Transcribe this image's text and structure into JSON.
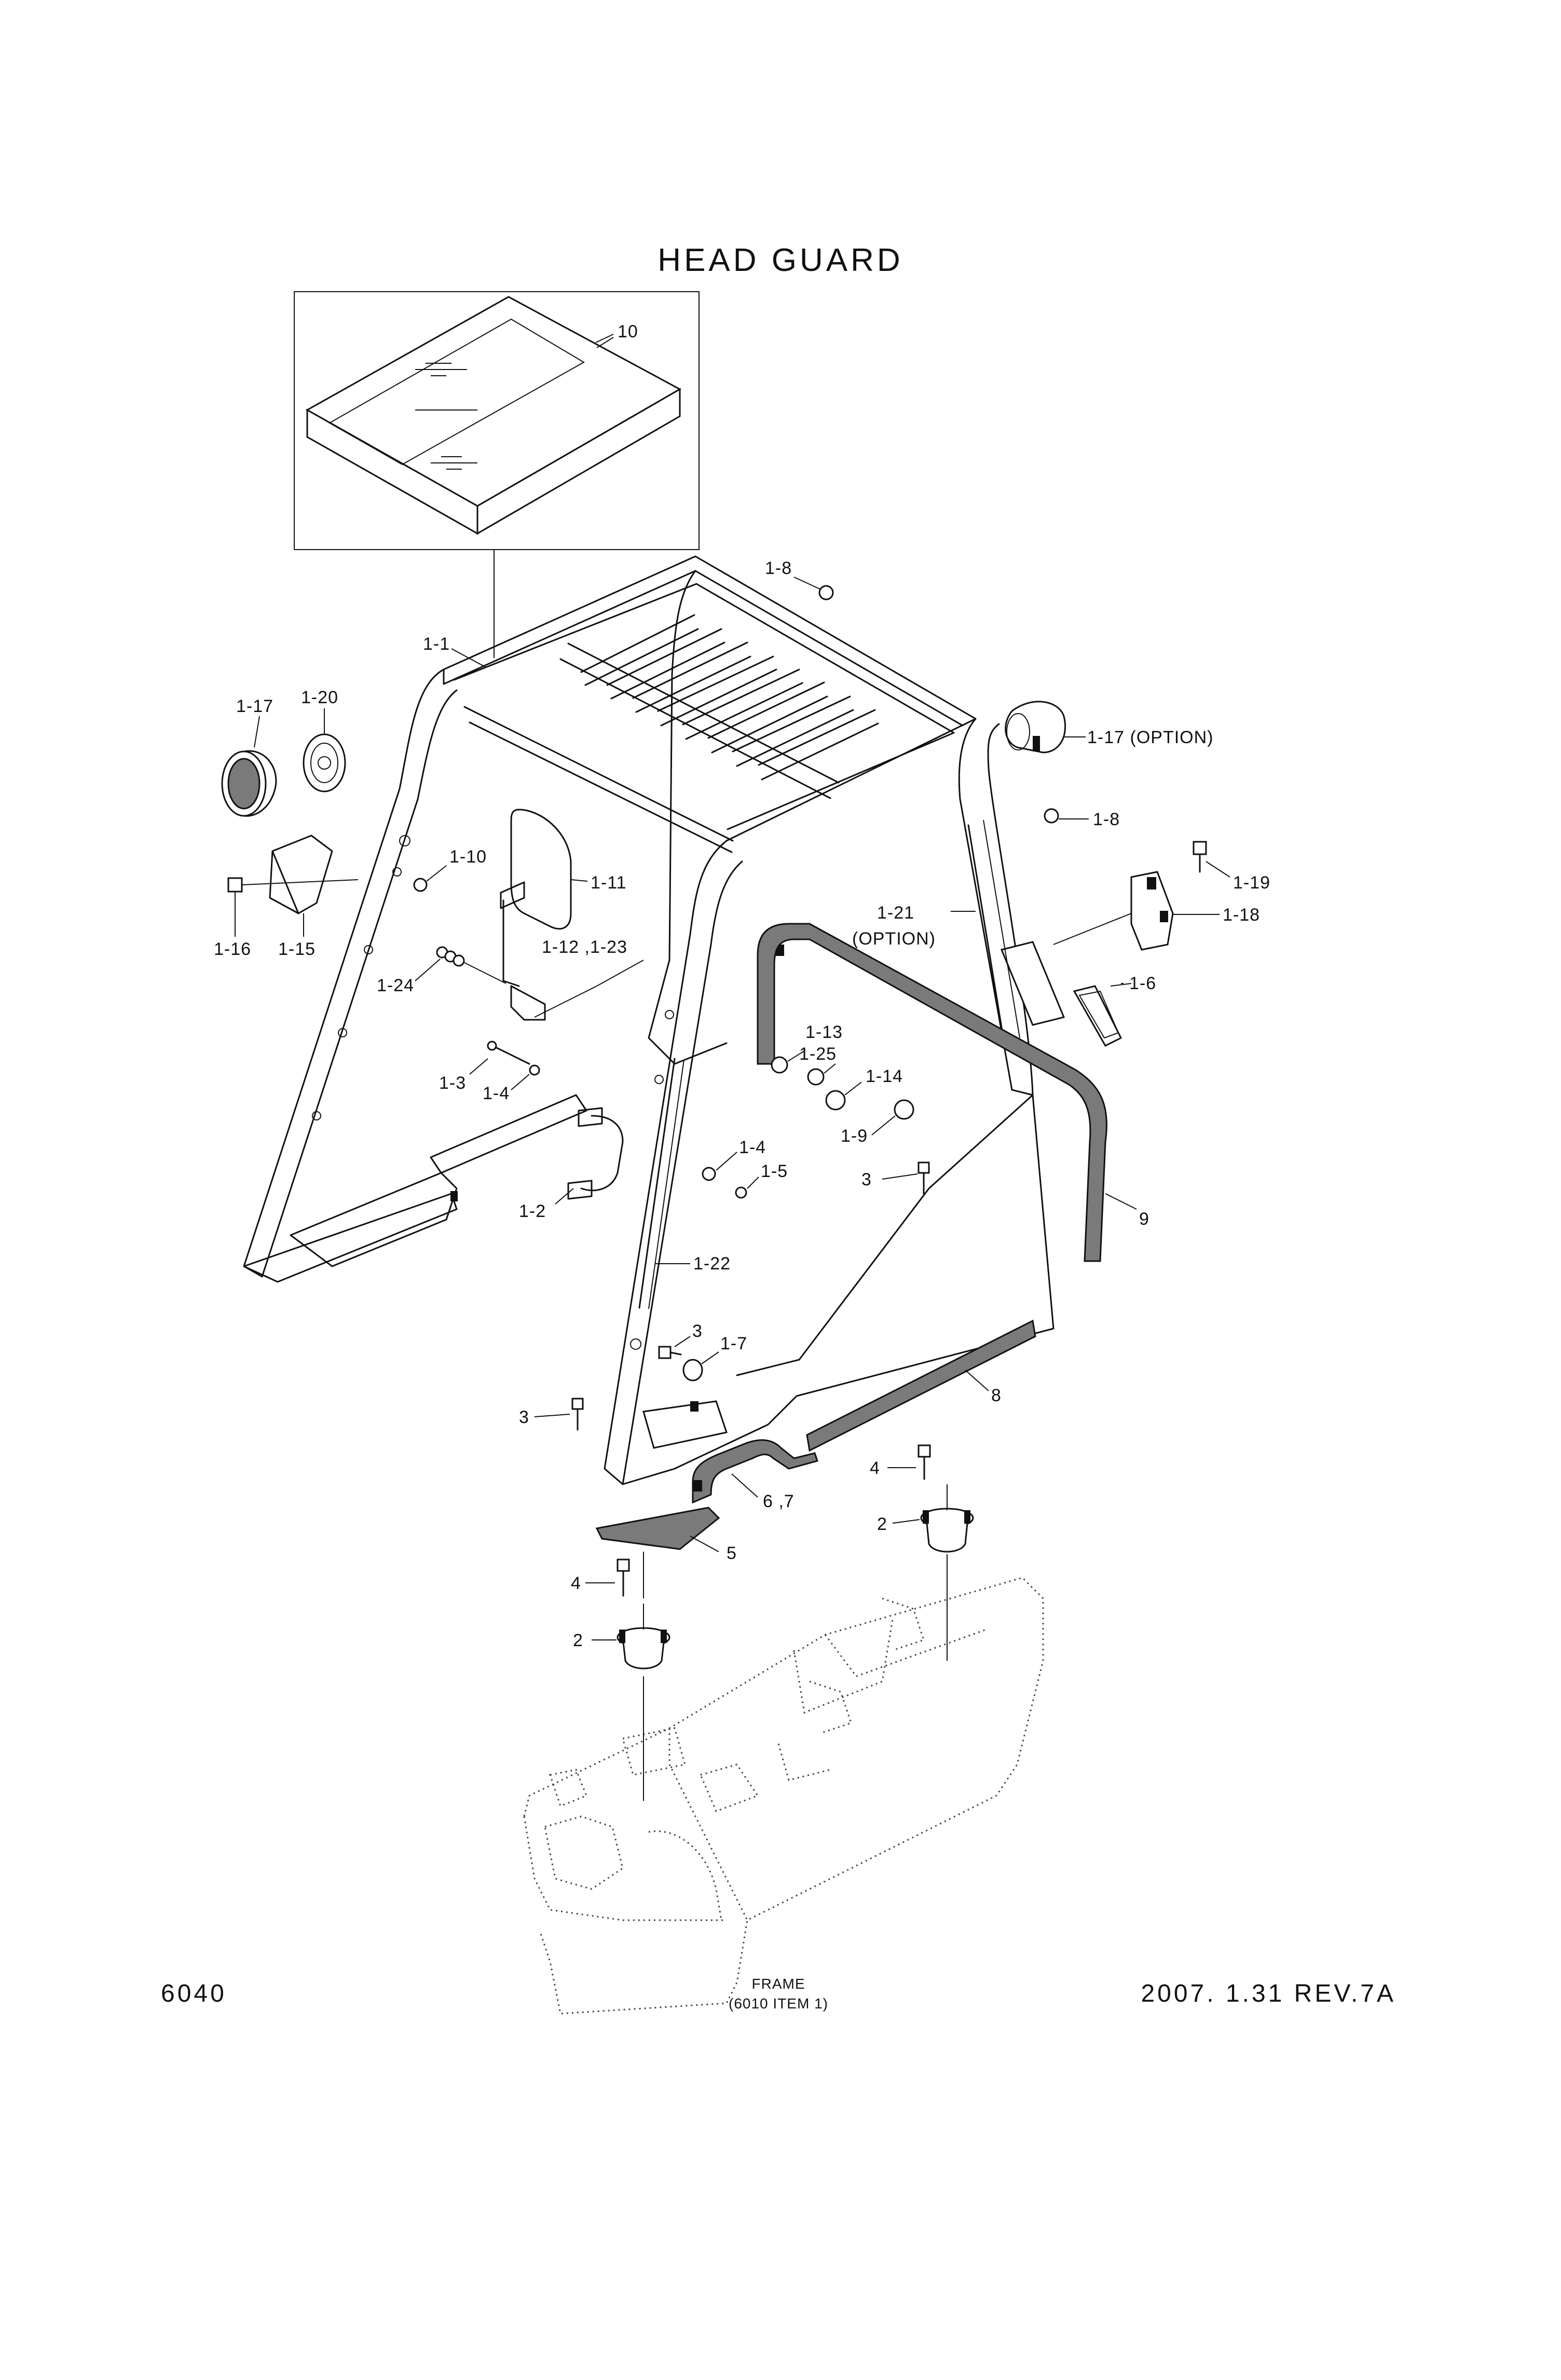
{
  "title": "HEAD GUARD",
  "page_number": "6040",
  "revision": "2007. 1.31 REV.7A",
  "frame_label": "FRAME",
  "frame_ref": "(6010 ITEM 1)",
  "callouts": {
    "c10": "10",
    "c1_8_top": "1-8",
    "c1_1": "1-1",
    "c1_17_left": "1-17",
    "c1_20": "1-20",
    "c1_17_option": "1-17 (OPTION)",
    "c1_8_right": "1-8",
    "c1_19": "1-19",
    "c1_18": "1-18",
    "c1_6": "1-6",
    "c1_21": "1-21",
    "c1_21_option": "(OPTION)",
    "c1_10": "1-10",
    "c1_11": "1-11",
    "c1_16": "1-16",
    "c1_15": "1-15",
    "c1_24": "1-24",
    "c1_12_23": "1-12 ,1-23",
    "c1_13": "1-13",
    "c1_25": "1-25",
    "c1_14": "1-14",
    "c1_9": "1-9",
    "c1_3": "1-3",
    "c1_4_left": "1-4",
    "c1_4_mid": "1-4",
    "c1_5": "1-5",
    "c3_right": "3",
    "c9": "9",
    "c1_2": "1-2",
    "c1_22": "1-22",
    "c3_mid": "3",
    "c1_7": "1-7",
    "c8": "8",
    "c3_left": "3",
    "c4_right": "4",
    "c6_7": "6 ,7",
    "c2_right": "2",
    "c5": "5",
    "c4_left": "4",
    "c2_left": "2"
  }
}
